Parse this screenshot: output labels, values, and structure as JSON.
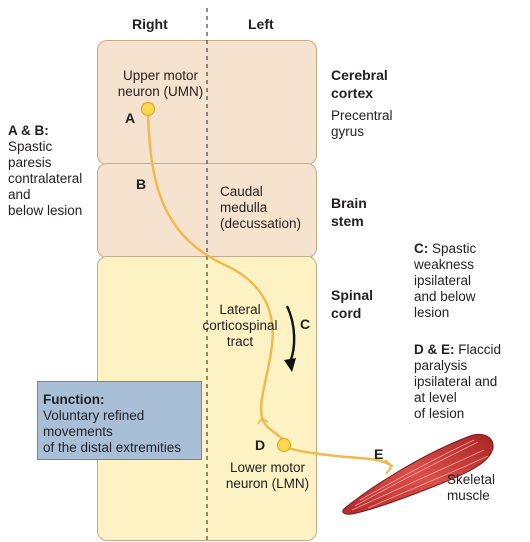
{
  "headers": {
    "right": "Right",
    "left": "Left"
  },
  "regions": {
    "cortex": {
      "line1": "Cerebral",
      "line2": "cortex"
    },
    "brainstem": {
      "line1": "Brain",
      "line2": "stem"
    },
    "spinal": {
      "line1": "Spinal",
      "line2": "cord"
    }
  },
  "labels": {
    "umn": {
      "line1": "Upper motor",
      "line2": "neuron (UMN)"
    },
    "precentral": {
      "line1": "Precentral",
      "line2": "gyrus"
    },
    "caudal": {
      "line1": "Caudal",
      "line2": "medulla",
      "line3": "(decussation)"
    },
    "lateral": {
      "line1": "Lateral",
      "line2": "corticospinal",
      "line3": "tract"
    },
    "lmn": {
      "line1": "Lower motor",
      "line2": "neuron (LMN)"
    },
    "skeletal": {
      "line1": "Skeletal",
      "line2": "muscle"
    }
  },
  "points": {
    "A": "A",
    "B": "B",
    "C": "C",
    "D": "D",
    "E": "E"
  },
  "annotations": {
    "ab": {
      "title": "A & B:",
      "lines": [
        "Spastic",
        "paresis",
        "contralateral",
        "and",
        "below lesion"
      ]
    },
    "c": {
      "title": "C:",
      "title_rest": " Spastic",
      "lines": [
        "weakness",
        "ipsilateral",
        "and below",
        "lesion"
      ]
    },
    "de": {
      "title": "D & E:",
      "title_rest": " Flaccid",
      "lines": [
        "paralysis",
        "ipsilateral and",
        "at level",
        "of lesion"
      ]
    }
  },
  "function_box": {
    "title": "Function:",
    "lines": [
      "Voluntary refined",
      "movements",
      "of the distal extremities"
    ]
  },
  "colors": {
    "cortex_fill": "#f5e3cf",
    "spinal_fill": "#fdf2c4",
    "tract": "#f2b84b",
    "neuron": "#f9d84a",
    "muscle": "#c93a3a",
    "function_box": "#a9bfd8"
  }
}
